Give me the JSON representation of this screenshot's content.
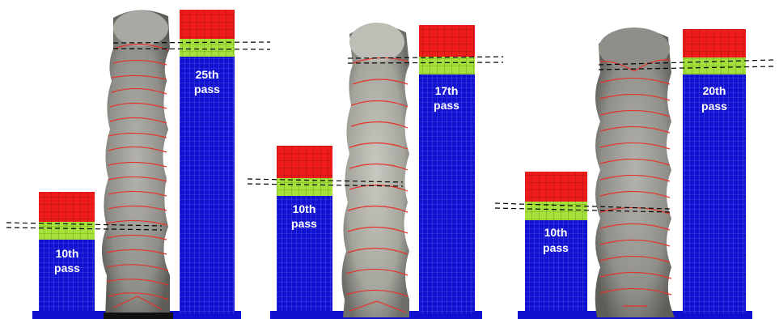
{
  "groups": [
    {
      "short_column": {
        "label_line1": "10th",
        "label_line2": "pass"
      },
      "tall_column": {
        "label_line1": "25th",
        "label_line2": "pass"
      },
      "wall_sample": "photo-of-deposited-wall-with-red-layer-boundaries"
    },
    {
      "short_column": {
        "label_line1": "10th",
        "label_line2": "pass"
      },
      "tall_column": {
        "label_line1": "17th",
        "label_line2": "pass"
      },
      "wall_sample": "photo-of-deposited-wall-with-red-layer-boundaries"
    },
    {
      "short_column": {
        "label_line1": "10th",
        "label_line2": "pass"
      },
      "tall_column": {
        "label_line1": "20th",
        "label_line2": "pass"
      },
      "wall_sample": "photo-of-deposited-wall-with-red-layer-boundaries"
    }
  ],
  "colors": {
    "solidified_region": "#1010d0",
    "mushy_zone": "#a6e03a",
    "molten_pool": "#ee1b1b",
    "mesh_line": "#6a6af0",
    "layer_boundary": "#e5332a",
    "sample_gray": "#9a9a94",
    "dashed_line": "#000000"
  }
}
